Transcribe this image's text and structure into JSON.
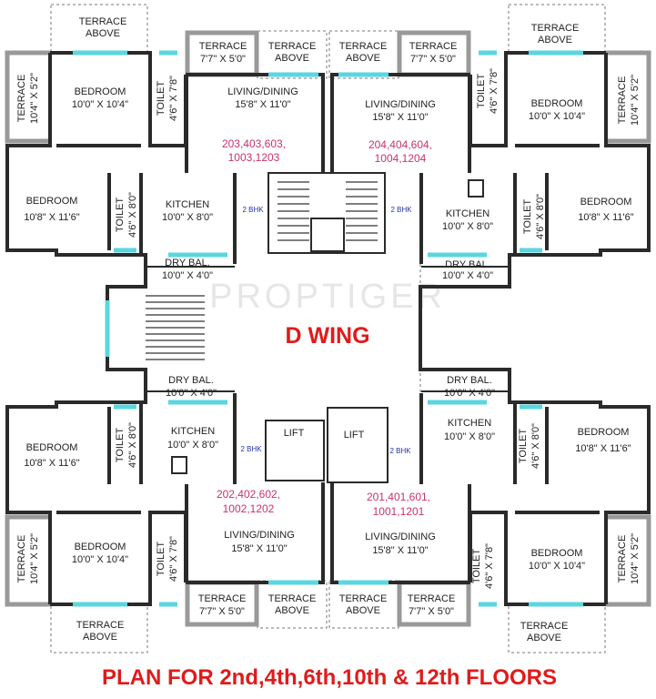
{
  "watermark": "PROPTIGER",
  "wing_title": "D WING",
  "footer": "PLAN FOR 2nd,4th,6th,10th & 12th FLOORS",
  "colors": {
    "title_red": "#e01b1b",
    "unit_pink": "#c8326e",
    "bhk_blue": "#2233aa",
    "window_cyan": "#5ad6e0"
  },
  "common": {
    "lift": "LIFT",
    "bhk": "2 BHK"
  },
  "rooms": {
    "terrace_above": "TERRACE ABOVE",
    "terrace_small": {
      "name": "TERRACE",
      "size": "7'7\" X 5'0\""
    },
    "terrace_side": {
      "name": "TERRACE",
      "size": "10'4\" X 5'2\""
    },
    "bedroom_a": {
      "name": "BEDROOM",
      "size": "10'0\" X 10'4\""
    },
    "bedroom_b": {
      "name": "BEDROOM",
      "size": "10'8\" X 11'6\""
    },
    "toilet_a": {
      "name": "TOILET",
      "size": "4'6\" X 7'8\""
    },
    "toilet_b": {
      "name": "TOILET",
      "size": "4'6\" X 8'0\""
    },
    "living": {
      "name": "LIVING/DINING",
      "size": "15'8\" X 11'0\""
    },
    "kitchen": {
      "name": "KITCHEN",
      "size": "10'0\" X 8'0\""
    },
    "drybal": {
      "name": "DRY BAL.",
      "size": "10'0\" X 4'0\""
    }
  },
  "units": {
    "top_left": {
      "line1": "203,403,603,",
      "line2": "1003,1203"
    },
    "top_right": {
      "line1": "204,404,604,",
      "line2": "1004,1204"
    },
    "bottom_left": {
      "line1": "202,402,602,",
      "line2": "1002,1202"
    },
    "bottom_right": {
      "line1": "201,401,601,",
      "line2": "1001,1201"
    }
  }
}
